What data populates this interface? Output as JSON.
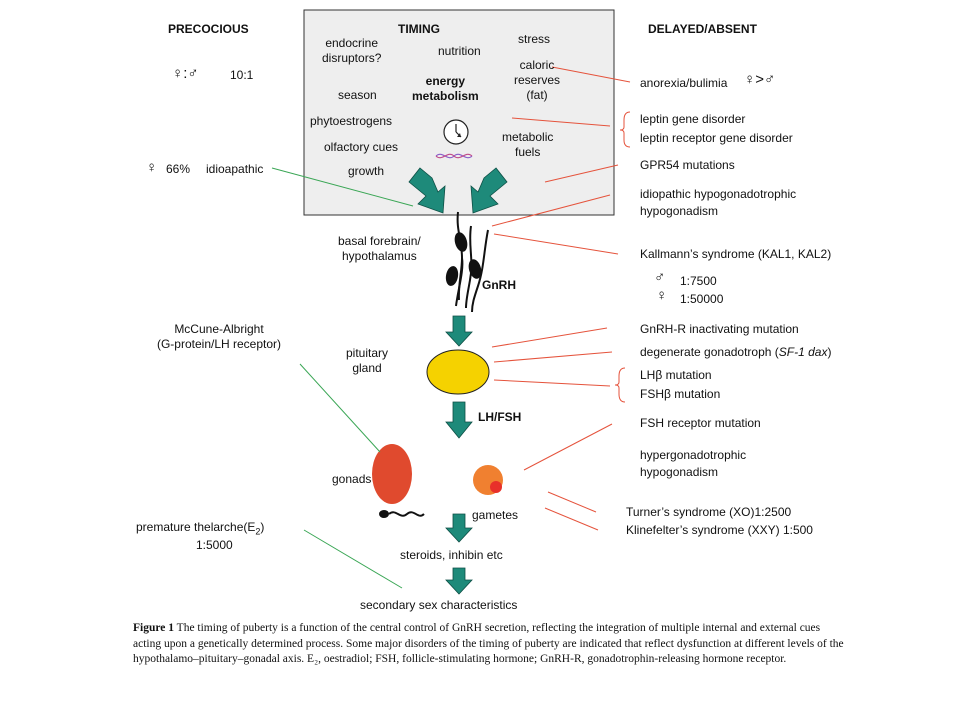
{
  "headers": {
    "precocious": "PRECOCIOUS",
    "timing": "TIMING",
    "delayed": "DELAYED/ABSENT"
  },
  "timing_box": {
    "endocrine": "endocrine\ndisruptors?",
    "nutrition": "nutrition",
    "stress": "stress",
    "caloric": "caloric\nreserves\n(fat)",
    "energy": "energy\nmetabolism",
    "season": "season",
    "phyto": "phytoestrogens",
    "olfactory": "olfactory cues",
    "growth": "growth",
    "metabolic": "metabolic\nfuels"
  },
  "left": {
    "ratio": "10:1",
    "idio_pct": "66%",
    "idio": "idioapathic",
    "mccune": "McCune-Albright\n(G-protein/LH receptor)",
    "thelarche_a": "premature thelarche(E",
    "thelarche_sub": "2",
    "thelarche_b": ")",
    "thelarche_ratio": "1:5000"
  },
  "center": {
    "forebrain": "basal forebrain/\nhypothalamus",
    "gnrh": "GnRH",
    "pituitary": "pituitary\ngland",
    "lhfsh": "LH/FSH",
    "gonads": "gonads",
    "gametes": "gametes",
    "steroids": "steroids, inhibin etc",
    "secondary": "secondary sex characteristics"
  },
  "right": {
    "anorexia": "anorexia/bulimia",
    "leptin_gene": "leptin gene disorder",
    "leptin_receptor": "leptin receptor gene disorder",
    "gpr54": "GPR54 mutations",
    "idiopathic_hh": "idiopathic hypogonadotrophic\nhypogonadism",
    "kallmann": "Kallmann’s syndrome (KAL1, KAL2)",
    "male_ratio": "1:7500",
    "female_ratio": "1:50000",
    "gnrhr": "GnRH-R inactivating mutation",
    "degenerate": "degenerate gonadotroph (",
    "degenerate_italic": "SF-1 dax",
    "degenerate_end": ")",
    "lhb": "LHβ mutation",
    "fshb": "FSHβ mutation",
    "fshr": "FSH receptor mutation",
    "hyper": "hypergonadotrophic\nhypogonadism",
    "turner": "Turner’s syndrome (XO)1:2500",
    "klinefelter": "Klinefelter’s syndrome (XXY) 1:500"
  },
  "symbols": {
    "female": "♀",
    "male": "♂",
    "ratio_colon": ":",
    "greater": ">"
  },
  "caption": {
    "lead": "Figure 1",
    "text": " The timing of puberty is a function of the central control of GnRH secretion, reflecting the integration of multiple internal and external cues acting upon a genetically determined process. Some major disorders of the timing of puberty are indicated that reflect dysfunction at different levels of the hypothalamo–pituitary–gonadal axis. E₂, oestradiol; FSH, follicle-stimulating hormone; GnRH-R, gonadotrophin-releasing hormone receptor."
  },
  "colors": {
    "box_fill": "#eeeeee",
    "teal": "#1e8a7a",
    "red_line": "#e5533c",
    "green_line": "#3aa655",
    "pituitary": "#f5d200",
    "gonad": "#e04a2e",
    "gamete": "#f08030",
    "gamete_dot": "#e8302a"
  }
}
